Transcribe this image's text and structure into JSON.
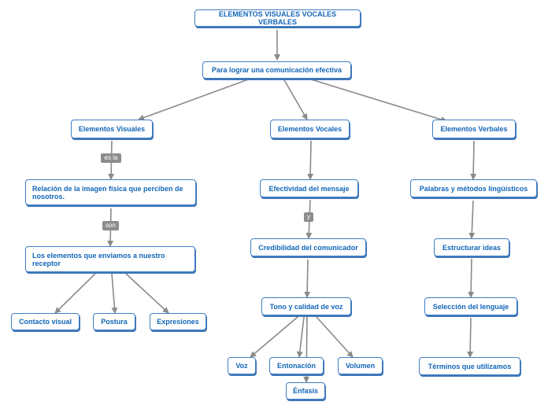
{
  "nodes": {
    "root": "ELEMENTOS VISUALES VOCALES VERBALES",
    "goal": "Para lograr una comunicación efectiva",
    "visuales": "Elementos Visuales",
    "vocales": "Elementos Vocales",
    "verbales": "Elementos Verbales",
    "relacion": "Relación de la imagen física que perciben de nosotros.",
    "enviamos": "Los elementos que enviamos a nuestro receptor",
    "contacto": "Contacto visual",
    "postura": "Postura",
    "expresiones": "Expresiones",
    "efectividad": "Efectividad del mensaje",
    "credibilidad": "Credibilidad del comunicador",
    "tono": "Tono y calidad de voz",
    "voz": "Voz",
    "entonacion": "Entonación",
    "volumen": "Volumen",
    "enfasis": "Énfasis",
    "palabras": "Palabras y métodos lingüísticos",
    "estructurar": "Estructurar ideas",
    "seleccion": "Selección del lenguaje",
    "terminos": "Términos que utilizamos"
  },
  "connector_labels": {
    "es_la": "es la",
    "son": "son",
    "y": "y"
  },
  "colors": {
    "node_border": "#3f7ec3",
    "node_text": "#1266b8",
    "connector": "#8a8a8a",
    "tag_background": "#8c8c8c"
  }
}
